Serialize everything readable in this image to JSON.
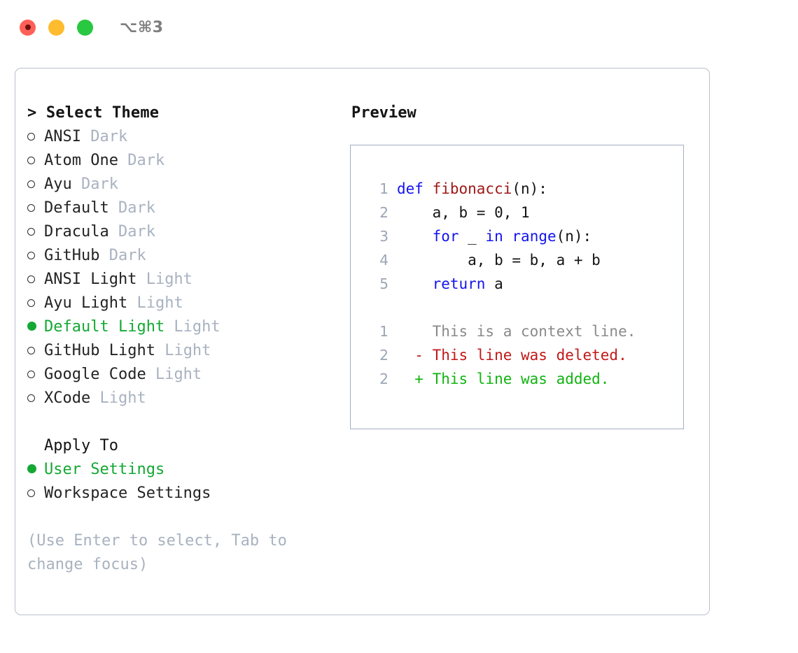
{
  "titlebar": {
    "shortcut": "⌥⌘3",
    "lights": [
      "close",
      "minimize",
      "maximize"
    ]
  },
  "theme_picker": {
    "header": "> Select Theme",
    "options": [
      {
        "label": "ANSI",
        "badge": "Dark",
        "selected": false
      },
      {
        "label": "Atom One",
        "badge": "Dark",
        "selected": false
      },
      {
        "label": "Ayu",
        "badge": "Dark",
        "selected": false
      },
      {
        "label": "Default",
        "badge": "Dark",
        "selected": false
      },
      {
        "label": "Dracula",
        "badge": "Dark",
        "selected": false
      },
      {
        "label": "GitHub",
        "badge": "Dark",
        "selected": false
      },
      {
        "label": "ANSI Light",
        "badge": "Light",
        "selected": false
      },
      {
        "label": "Ayu Light",
        "badge": "Light",
        "selected": false
      },
      {
        "label": "Default Light",
        "badge": "Light",
        "selected": true
      },
      {
        "label": "GitHub Light",
        "badge": "Light",
        "selected": false
      },
      {
        "label": "Google Code",
        "badge": "Light",
        "selected": false
      },
      {
        "label": "XCode",
        "badge": "Light",
        "selected": false
      }
    ]
  },
  "apply_to": {
    "header": "Apply To",
    "options": [
      {
        "label": "User Settings",
        "selected": true
      },
      {
        "label": "Workspace Settings",
        "selected": false
      }
    ]
  },
  "hint": "(Use Enter to select, Tab to change focus)",
  "preview": {
    "title": "Preview",
    "code_lines": [
      {
        "num": "1",
        "indent": 0,
        "tokens": [
          {
            "text": "def ",
            "type": "kw"
          },
          {
            "text": "fibonacci",
            "type": "fn"
          },
          {
            "text": "(n):",
            "type": "plain"
          }
        ]
      },
      {
        "num": "2",
        "indent": 1,
        "tokens": [
          {
            "text": "a, b = 0, 1",
            "type": "plain"
          }
        ]
      },
      {
        "num": "3",
        "indent": 1,
        "tokens": [
          {
            "text": "for",
            "type": "kw"
          },
          {
            "text": " _ ",
            "type": "plain"
          },
          {
            "text": "in",
            "type": "kw"
          },
          {
            "text": " ",
            "type": "plain"
          },
          {
            "text": "range",
            "type": "kw"
          },
          {
            "text": "(n):",
            "type": "plain"
          }
        ]
      },
      {
        "num": "4",
        "indent": 2,
        "tokens": [
          {
            "text": "a, b = b, a + b",
            "type": "plain"
          }
        ]
      },
      {
        "num": "5",
        "indent": 1,
        "tokens": [
          {
            "text": "return",
            "type": "kw"
          },
          {
            "text": " a",
            "type": "plain"
          }
        ]
      }
    ],
    "diff_lines": [
      {
        "num": "1",
        "marker": " ",
        "text": "This is a context line.",
        "type": "ctx"
      },
      {
        "num": "2",
        "marker": "-",
        "text": "This line was deleted.",
        "type": "del"
      },
      {
        "num": "2",
        "marker": "+",
        "text": "This line was added.",
        "type": "add"
      }
    ]
  },
  "colors": {
    "accent_green": "#15a834",
    "badge_gray": "#a8b2c0",
    "keyword_blue": "#1414ee",
    "function_red": "#a01818",
    "diff_delete": "#c01818",
    "diff_add": "#11b411",
    "line_number": "#9aa5b5",
    "border": "#b9c0cc",
    "panel_border": "#a3afc2"
  }
}
